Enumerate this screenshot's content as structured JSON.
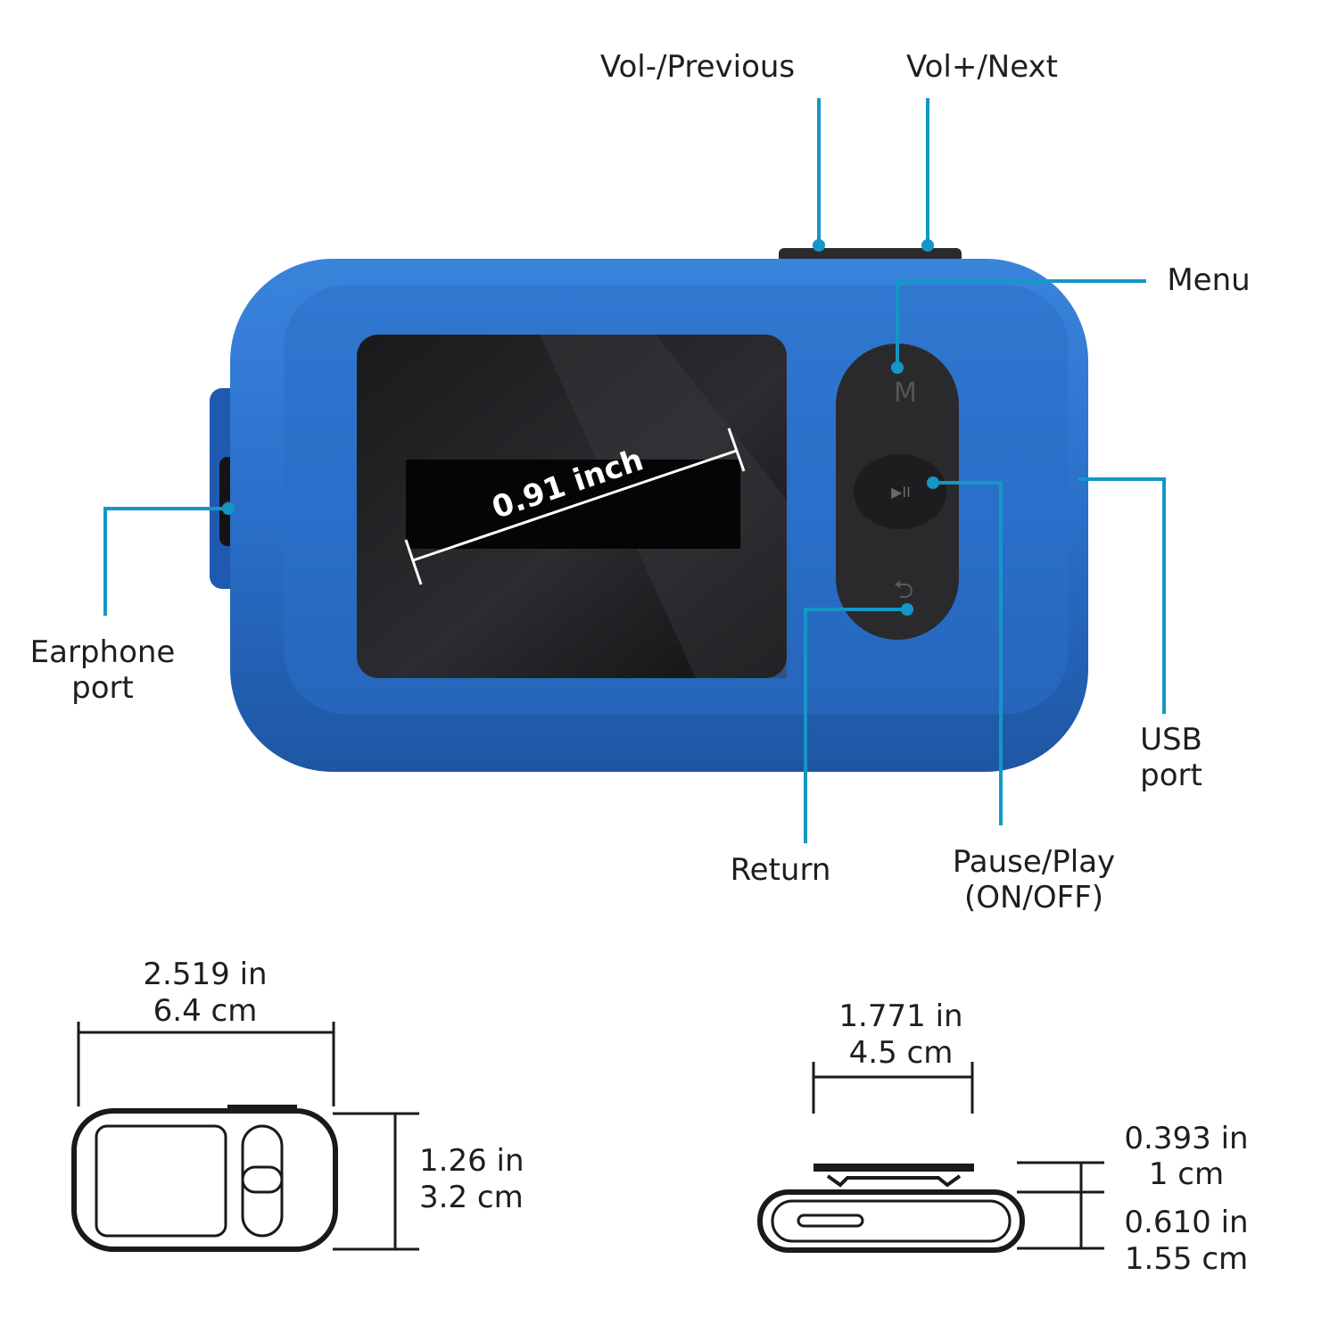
{
  "colors": {
    "accent": "#1596c6",
    "body_blue": "#2a6fc9",
    "body_blue_dark": "#1e56a3",
    "screen": "#1c1c1e",
    "control_pad": "#2a2a2c",
    "outline": "#1a1a1a"
  },
  "callouts": {
    "vol_prev": "Vol-/Previous",
    "vol_next": "Vol+/Next",
    "menu": "Menu",
    "earphone_line1": "Earphone",
    "earphone_line2": "port",
    "usb_line1": "USB",
    "usb_line2": "port",
    "return": "Return",
    "pause_line1": "Pause/Play",
    "pause_line2": "(ON/OFF)"
  },
  "screen": {
    "diagonal_label": "0.91 inch"
  },
  "buttons": {
    "menu_glyph": "M",
    "play_pause_glyph": "▶II",
    "return_glyph": "⮌"
  },
  "icons": [
    "menu-icon",
    "play-pause-icon",
    "return-icon"
  ],
  "dimensions": {
    "front_width_in": "2.519 in",
    "front_width_cm": "6.4 cm",
    "front_height_in": "1.26 in",
    "front_height_cm": "3.2 cm",
    "clip_width_in": "1.771 in",
    "clip_width_cm": "4.5 cm",
    "clip_depth_in": "0.393 in",
    "clip_depth_cm": "1 cm",
    "body_depth_in": "0.610 in",
    "body_depth_cm": "1.55 cm"
  }
}
